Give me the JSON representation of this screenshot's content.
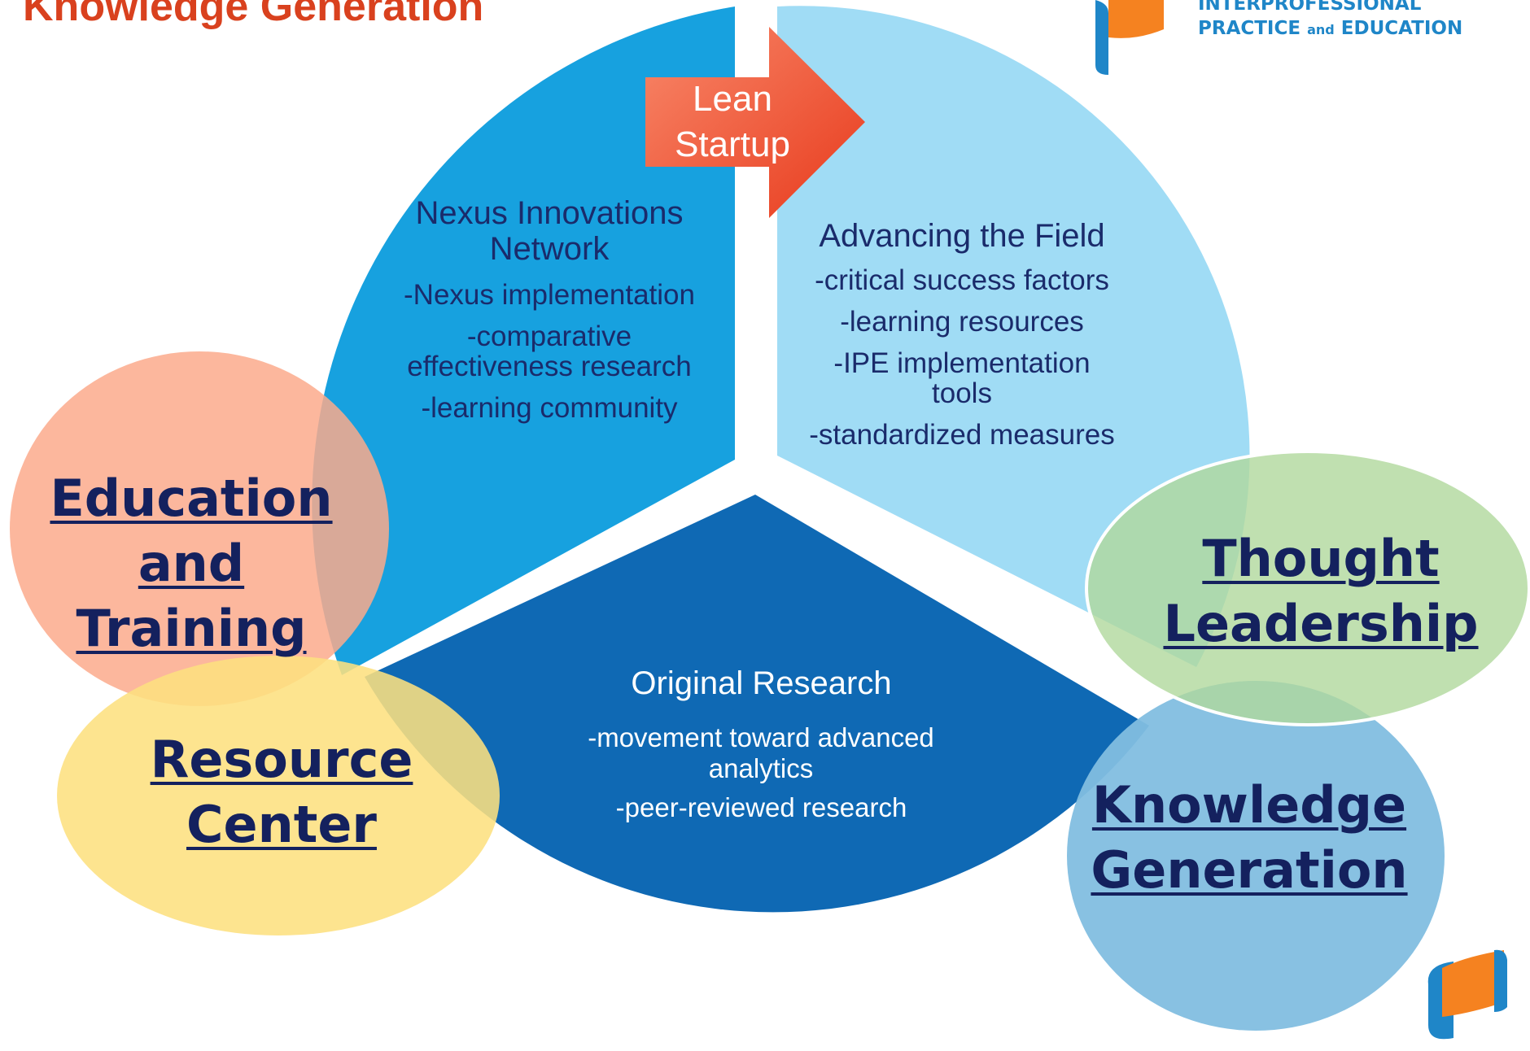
{
  "title": "Knowledge Generation",
  "logo": {
    "line1": "INTERPROFESSIONAL",
    "line2_a": "PRACTICE",
    "line2_and": "and",
    "line2_b": "EDUCATION"
  },
  "arrow": {
    "label": "Lean Startup"
  },
  "segments": {
    "nexus": {
      "heading": "Nexus Innovations Network",
      "items": [
        "-Nexus implementation",
        "-comparative effectiveness research",
        "-learning community"
      ]
    },
    "field": {
      "heading": "Advancing the Field",
      "items": [
        "-critical success factors",
        "-learning resources",
        "-IPE implementation tools",
        "-standardized measures"
      ]
    },
    "research": {
      "heading": "Original Research",
      "items": [
        "-movement toward advanced analytics",
        "-peer-reviewed research"
      ]
    }
  },
  "circles": {
    "education": "Education and Training",
    "resource": "Resource Center",
    "thought": "Thought Leadership",
    "knowledge": "Knowledge Generation"
  },
  "colors": {
    "title": "#d9411e",
    "segment_nexus": "#17a1df",
    "segment_field": "#a0dcf5",
    "segment_research": "#0f69b4",
    "circle_education": "#fbaa8c",
    "circle_resource": "#fde080",
    "circle_thought": "#b0d89c",
    "circle_knowledge": "#82bee0",
    "arrow": "#ef5a3a",
    "label_text": "#14215e"
  }
}
